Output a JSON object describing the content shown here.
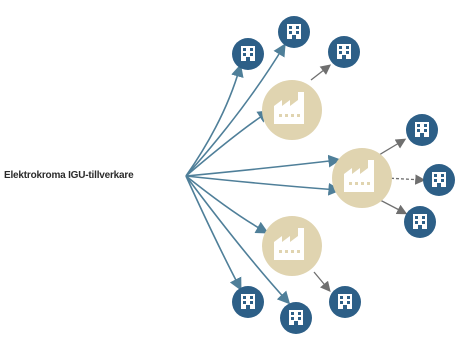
{
  "diagram": {
    "source_label": "Elektrokroma IGU-tillverkare",
    "colors": {
      "primary_arrow": "#4f7f99",
      "secondary_arrow": "#7a7a7a",
      "factory_circle": "#e0d4b0",
      "factory_icon": "#ffffff",
      "building_circle": "#2d5f87",
      "building_icon": "#ffffff"
    },
    "factories": [
      {
        "id": "factory-top"
      },
      {
        "id": "factory-middle"
      },
      {
        "id": "factory-bottom"
      }
    ],
    "buildings": [
      {
        "id": "building-1"
      },
      {
        "id": "building-2"
      },
      {
        "id": "building-3"
      },
      {
        "id": "building-4"
      },
      {
        "id": "building-5"
      },
      {
        "id": "building-6"
      },
      {
        "id": "building-7"
      },
      {
        "id": "building-8"
      },
      {
        "id": "building-9"
      }
    ]
  }
}
